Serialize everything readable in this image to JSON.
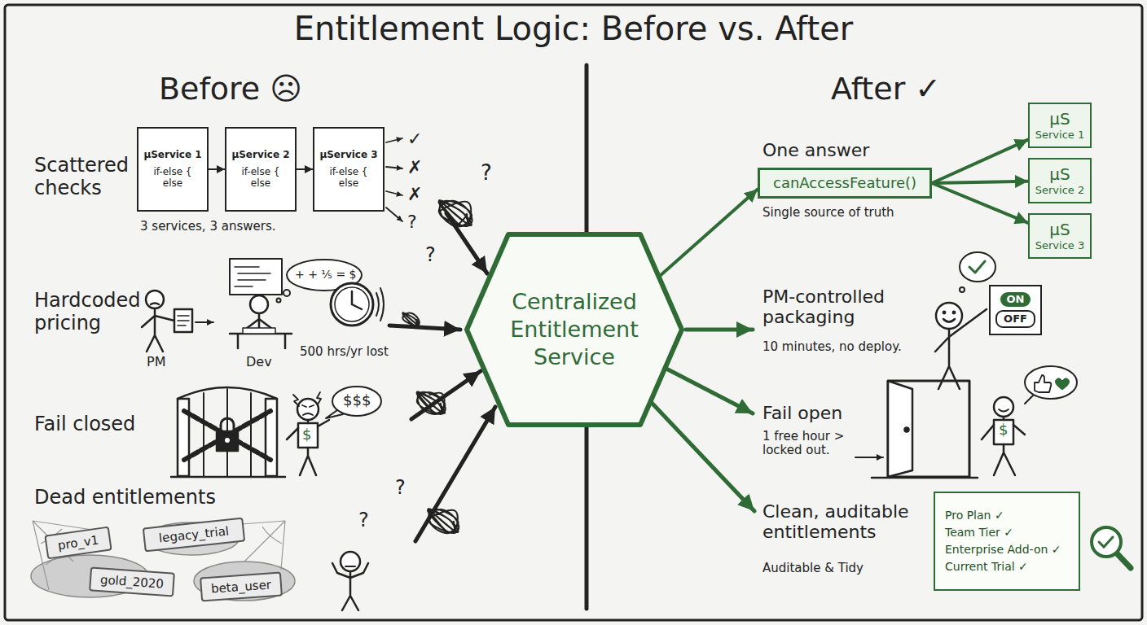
{
  "diagram": {
    "title": "Entitlement Logic: Before vs. After",
    "nodes": [
      {
        "text": [
          "µService 1",
          "if-else {",
          "else"
        ]
      },
      {
        "text": [
          "µService 2",
          "if-else {",
          "else"
        ]
      },
      {
        "text": [
          "µService 3",
          "if-else {",
          "else"
        ]
      },
      {
        "text": [
          "pro_v1"
        ]
      },
      {
        "text": [
          "legacy_trial"
        ]
      },
      {
        "text": [
          "gold_2020"
        ]
      },
      {
        "text": [
          "beta_user"
        ]
      },
      {
        "text": [
          "Centralized Entitlement Service"
        ]
      },
      {
        "text": [
          "canAccessFeature()"
        ]
      },
      {
        "text": [
          "µS",
          "Service 1"
        ]
      },
      {
        "text": [
          "µS",
          "Service 2"
        ]
      },
      {
        "text": [
          "µS",
          "Service 3"
        ]
      },
      {
        "text": [
          "ON",
          "OFF"
        ]
      },
      {
        "text": [
          "Pro Plan ✓",
          "Team Tier ✓",
          "Enterprise Add-on ✓",
          "Current Trial ✓"
        ]
      }
    ],
    "edges": [
      {
        "from": 0,
        "to": 1,
        "arrow": "to"
      },
      {
        "from": 1,
        "to": 2,
        "arrow": "to"
      },
      {
        "from": 7,
        "to": 8,
        "arrow": "to"
      },
      {
        "from": 8,
        "to": 9,
        "arrow": "to"
      },
      {
        "from": 8,
        "to": 10,
        "arrow": "to"
      },
      {
        "from": 8,
        "to": 11,
        "arrow": "to"
      }
    ],
    "labels": [
      "Before ☹",
      "Scattered checks",
      "3 services, 3 answers.",
      "✓",
      "✗",
      "✗",
      "?",
      "?",
      "?",
      "Hardcoded pricing",
      "PM",
      "Dev",
      "+ + ⅕ = $",
      "500 hrs/yr lost",
      "Fail closed",
      "$$$",
      "$",
      "Dead entitlements",
      "?",
      "?",
      "After ✓",
      "One answer",
      "Single source of truth",
      "PM-controlled packaging",
      "10 minutes, no deploy.",
      "Fail open",
      "1 free hour > locked out.",
      "$",
      "Clean, auditable entitlements",
      "Auditable & Tidy"
    ]
  }
}
